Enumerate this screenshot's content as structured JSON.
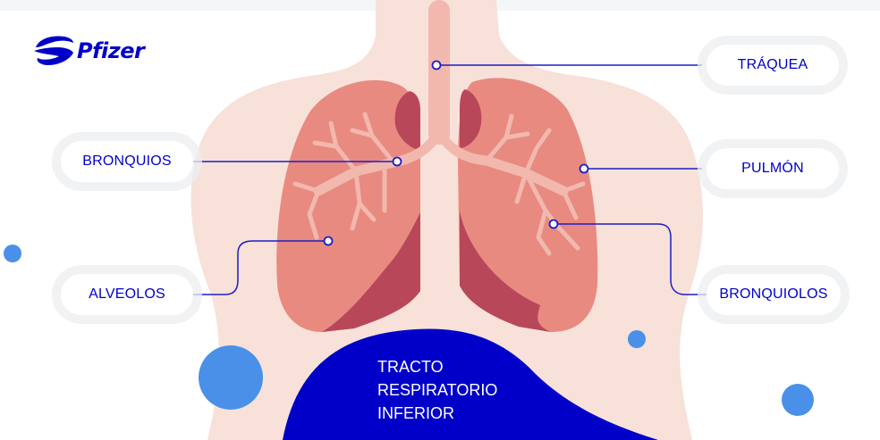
{
  "brand": {
    "name": "Pfizer"
  },
  "labels": {
    "trachea": "TRÁQUEA",
    "bronchi": "BRONQUIOS",
    "lung": "PULMÓN",
    "alveoli": "ALVEOLOS",
    "bronchioles": "BRONQUIOLOS"
  },
  "region": {
    "text": "TRACTO\nRESPIRATORIO\nINFERIOR"
  },
  "colors": {
    "brand_blue": "#0000c9",
    "accent_blue": "#4a90e8",
    "skin": "#f7e1d8",
    "lung": "#e88a80",
    "lung_dark": "#b8475a",
    "airway": "#f2b8ae",
    "connector": "#1d1dc4"
  }
}
